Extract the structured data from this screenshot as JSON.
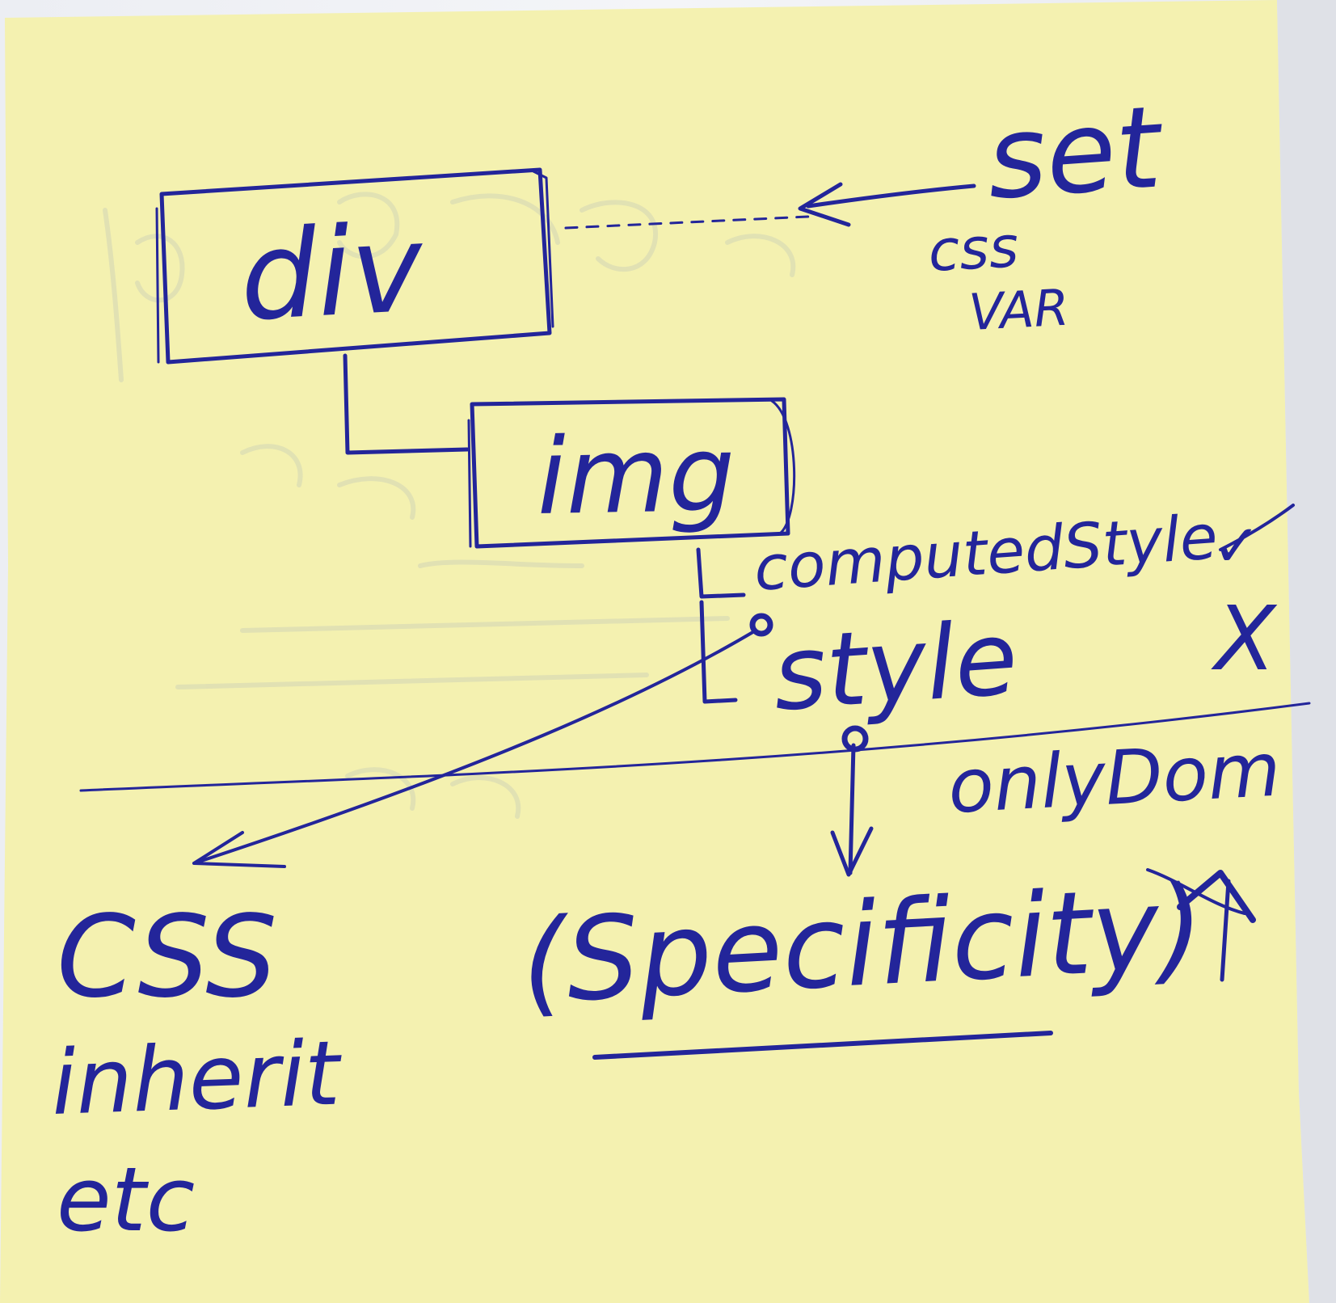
{
  "note": {
    "paper_color": "#f4f1b0",
    "ink_color": "#23259a",
    "ghost_ink_color": "#dfe0b4"
  },
  "nodes": {
    "div": "div",
    "img": "img"
  },
  "annotations": {
    "set": "set",
    "css": "css",
    "var": "VAR",
    "computed_style": "computedStyle",
    "check_mark": "✓",
    "style": "style",
    "cross_mark": "X",
    "only_dom": "onlyDom",
    "specificity": "(Specificity)",
    "css_inherit_line1": "CSS",
    "css_inherit_line2": "inherit",
    "css_inherit_line3": "etc"
  }
}
